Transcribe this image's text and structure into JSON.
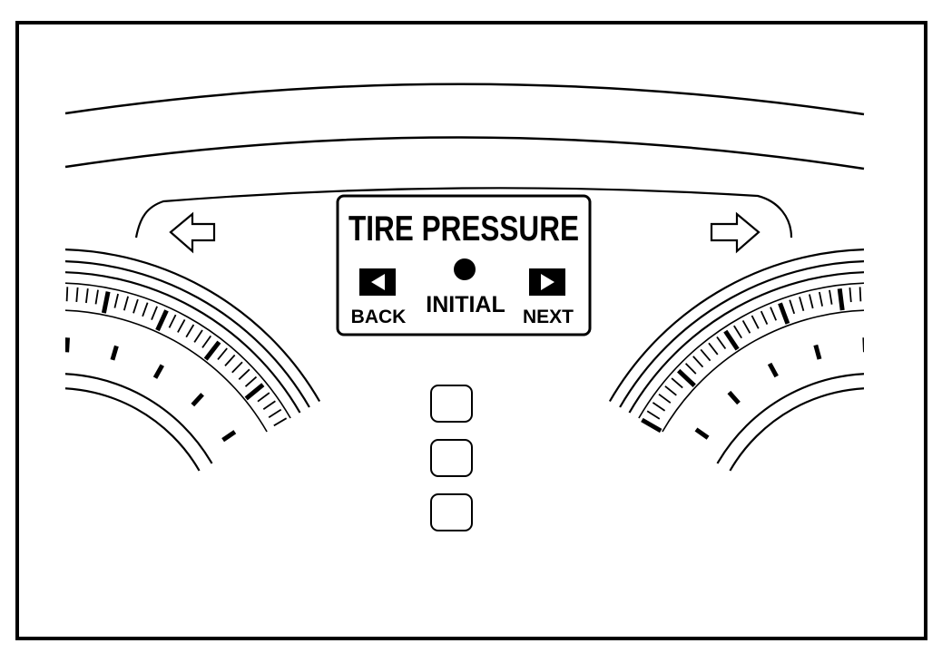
{
  "display": {
    "title": "TIRE PRESSURE",
    "back_label": "BACK",
    "initial_label": "INITIAL",
    "next_label": "NEXT"
  },
  "icons": {
    "left_arrow": "left-arrow-icon",
    "right_arrow": "right-arrow-icon",
    "back": "triangle-left-icon",
    "next": "triangle-right-icon",
    "center": "filled-dot-icon"
  },
  "colors": {
    "ink": "#000000",
    "paper": "#ffffff"
  },
  "indicator_lamp_count": 3
}
